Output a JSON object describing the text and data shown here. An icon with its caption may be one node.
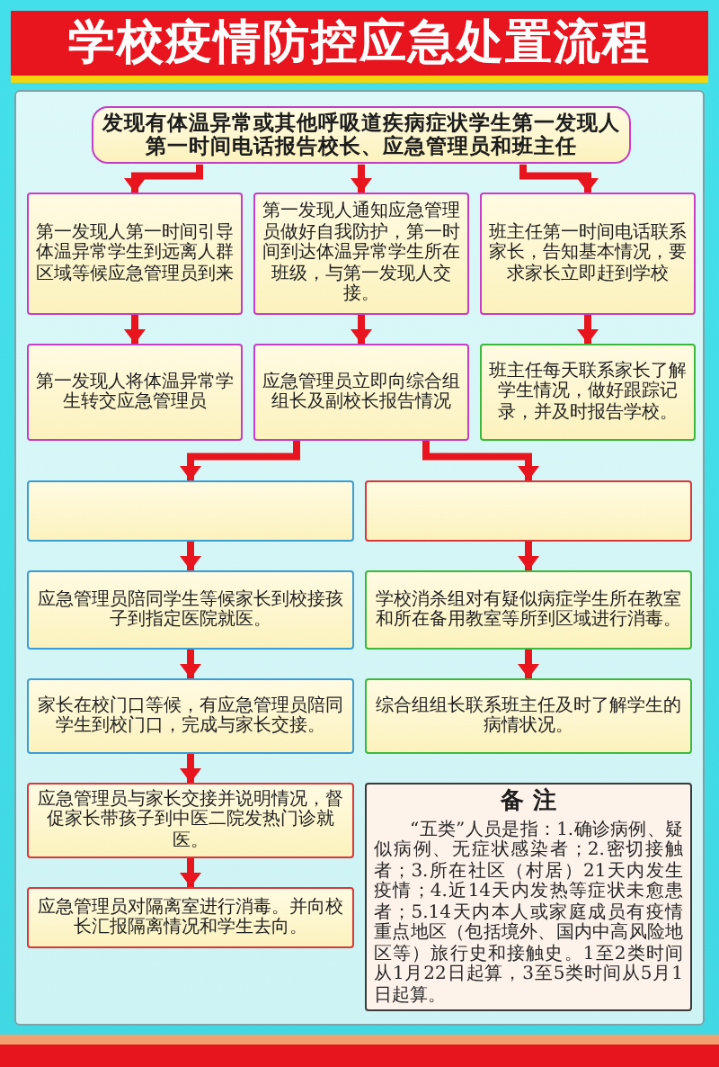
{
  "diagram": {
    "title": "学校疫情防控应急处置流程",
    "nodes": [
      {
        "text": [
          "发现有体温异常或其他呼吸道疾病症状学生第一发现人第一时间电话报告校长、应急管理员和班主任"
        ]
      },
      {
        "text": [
          "第一发现人第一时间引导体温异常学生到远离人群区域等候应急管理员到来"
        ]
      },
      {
        "text": [
          "第一发现人通知应急管理员做好自我防护，第一时间到达体温异常学生所在班级，与第一发现人交接。"
        ]
      },
      {
        "text": [
          "班主任第一时间电话联系家长，告知基本情况，要求家长立即赶到学校"
        ]
      },
      {
        "text": [
          "第一发现人将体温异常学生转交应急管理员"
        ]
      },
      {
        "text": [
          "应急管理员立即向综合组组长及副校长报告情况"
        ]
      },
      {
        "text": [
          "班主任每天联系家长了解学生情况，做好跟踪记录，并及时报告学校。"
        ]
      },
      {
        "text": [],
        "shape": "box"
      },
      {
        "text": [],
        "shape": "box"
      },
      {
        "text": [
          "应急管理员陪同学生等候家长到校接孩子到指定医院就医。"
        ]
      },
      {
        "text": [
          "学校消杀组对有疑似病症学生所在教室和所在备用教室等所到区域进行消毒。"
        ]
      },
      {
        "text": [
          "家长在校门口等候，有应急管理员陪同学生到校门口，完成与家长交接。"
        ]
      },
      {
        "text": [
          "综合组组长联系班主任及时了解学生的病情状况。"
        ]
      },
      {
        "text": [
          "应急管理员与家长交接并说明情况，督促家长带孩子到中医二院发热门诊就医。"
        ]
      },
      {
        "text": [
          "应急管理员对隔离室进行消毒。并向校长汇报隔离情况和学生去向。"
        ]
      },
      {
        "text": [
          "备 注",
          "“五类”人员是指：1.确诊病例、疑似病例、无症状感染者；2.密切接触者；3.所在社区（村居）21天内发生疫情；4.近14天内发热等症状未愈患者；5.14天内本人或家庭成员有疫情重点地区（包括境外、国内中高风险地区等）旅行史和接触史。1至2类时间从1月22日起算，3至5类时间从5月1日起算。"
        ]
      }
    ],
    "edges": [
      {
        "from": 0,
        "to": 1,
        "arrow": "to"
      },
      {
        "from": 0,
        "to": 2,
        "arrow": "to"
      },
      {
        "from": 0,
        "to": 3,
        "arrow": "to"
      },
      {
        "from": 1,
        "to": 4,
        "arrow": "to"
      },
      {
        "from": 2,
        "to": 5,
        "arrow": "to"
      },
      {
        "from": 3,
        "to": 6,
        "arrow": "to"
      },
      {
        "from": 5,
        "to": 7,
        "arrow": "to"
      },
      {
        "from": 5,
        "to": 8,
        "arrow": "to"
      },
      {
        "from": 7,
        "to": 9,
        "arrow": "to"
      },
      {
        "from": 8,
        "to": 10,
        "arrow": "to"
      },
      {
        "from": 9,
        "to": 11,
        "arrow": "to"
      },
      {
        "from": 10,
        "to": 12,
        "arrow": "to"
      },
      {
        "from": 11,
        "to": 13,
        "arrow": "to"
      },
      {
        "from": 13,
        "to": 14,
        "arrow": "to"
      }
    ]
  }
}
